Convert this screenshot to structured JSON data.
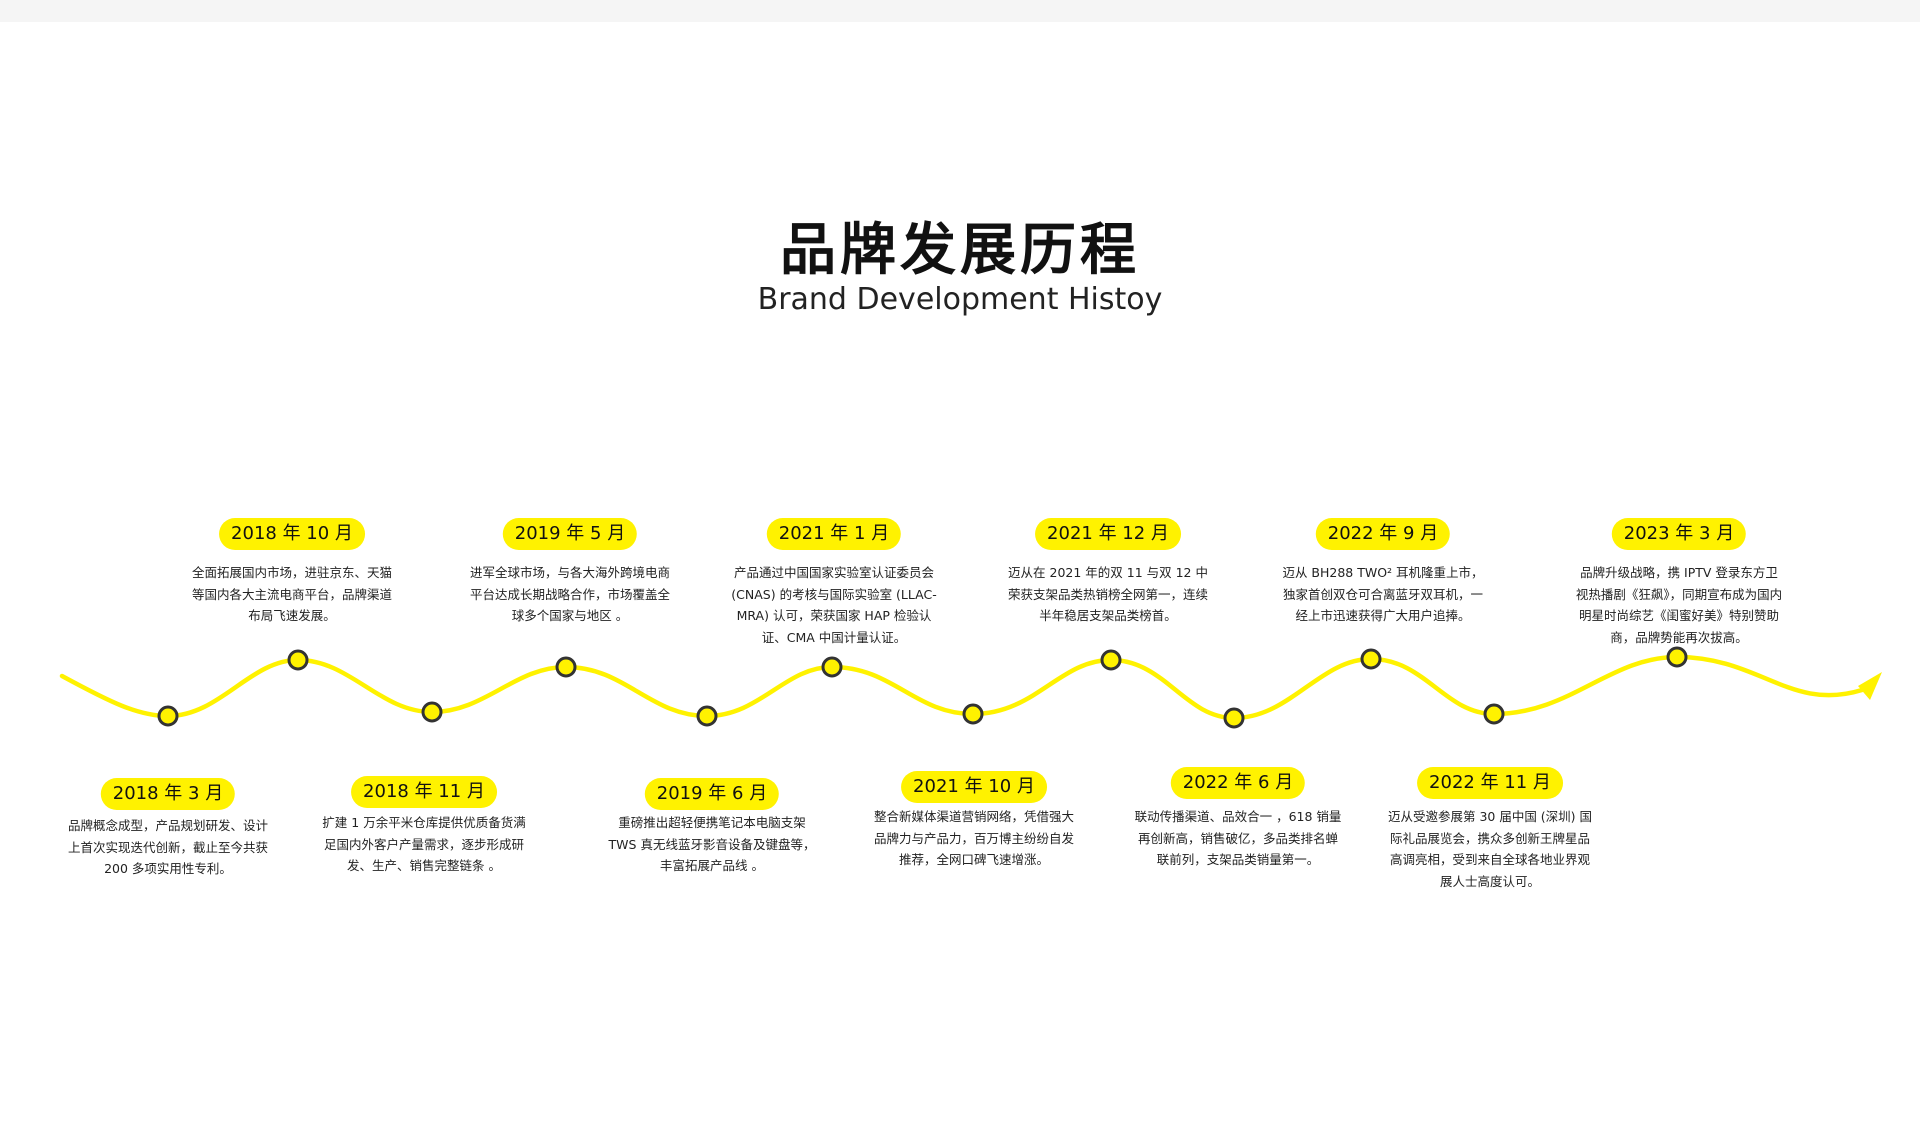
{
  "header": {
    "title": "品牌发展历程",
    "subtitle": "Brand Development Histoy"
  },
  "colors": {
    "accent": "#fff200",
    "node_stroke": "#333333",
    "text": "#222222"
  },
  "milestones": [
    {
      "date": "2018 年 3 月",
      "text": "品牌概念成型，产品规划研发、设计上首次实现迭代创新，截止至今共获 200 多项实用性专利。"
    },
    {
      "date": "2018 年 10 月",
      "text": "全面拓展国内市场，进驻京东、天猫等国内各大主流电商平台，品牌渠道布局飞速发展。"
    },
    {
      "date": "2018 年 11 月",
      "text": "扩建 1 万余平米仓库提供优质备货满足国内外客户产量需求，逐步形成研发、生产、销售完整链条 。"
    },
    {
      "date": "2019 年 5 月",
      "text": "进军全球市场，与各大海外跨境电商平台达成长期战略合作，市场覆盖全球多个国家与地区 。"
    },
    {
      "date": "2019 年 6 月",
      "text": "重磅推出超轻便携笔记本电脑支架 TWS 真无线蓝牙影音设备及键盘等，丰富拓展产品线 。"
    },
    {
      "date": "2021 年 1 月",
      "text": "产品通过中国国家实验室认证委员会 (CNAS) 的考核与国际实验室 (LLAC-MRA) 认可，荣获国家 HAP 检验认证、CMA 中国计量认证。"
    },
    {
      "date": "2021 年 10 月",
      "text": "整合新媒体渠道营销网络，凭借强大品牌力与产品力，百万博主纷纷自发推荐，全网口碑飞速增涨。"
    },
    {
      "date": "2021 年 12 月",
      "text": "迈从在 2021 年的双 11 与双 12 中荣获支架品类热销榜全网第一，连续半年稳居支架品类榜首。"
    },
    {
      "date": "2022 年 6 月",
      "text": "联动传播渠道、品效合一 ，618 销量再创新高，销售破亿，多品类排名蝉联前列，支架品类销量第一。"
    },
    {
      "date": "2022 年 9 月",
      "text": "迈从 BH288 TWO² 耳机隆重上市，独家首创双仓可合离蓝牙双耳机，一经上市迅速获得广大用户追捧。"
    },
    {
      "date": "2022 年 11 月",
      "text": "迈从受邀参展第 30 届中国 (深圳) 国际礼品展览会，携众多创新王牌星品高调亮相，受到来自全球各地业界观展人士高度认可。"
    },
    {
      "date": "2023 年 3 月",
      "text": "品牌升级战略，携 IPTV 登录东方卫视热播剧《狂飙》，同期宣布成为国内明星时尚综艺《闺蜜好美》特别赞助商，品牌势能再次拔高。"
    }
  ]
}
